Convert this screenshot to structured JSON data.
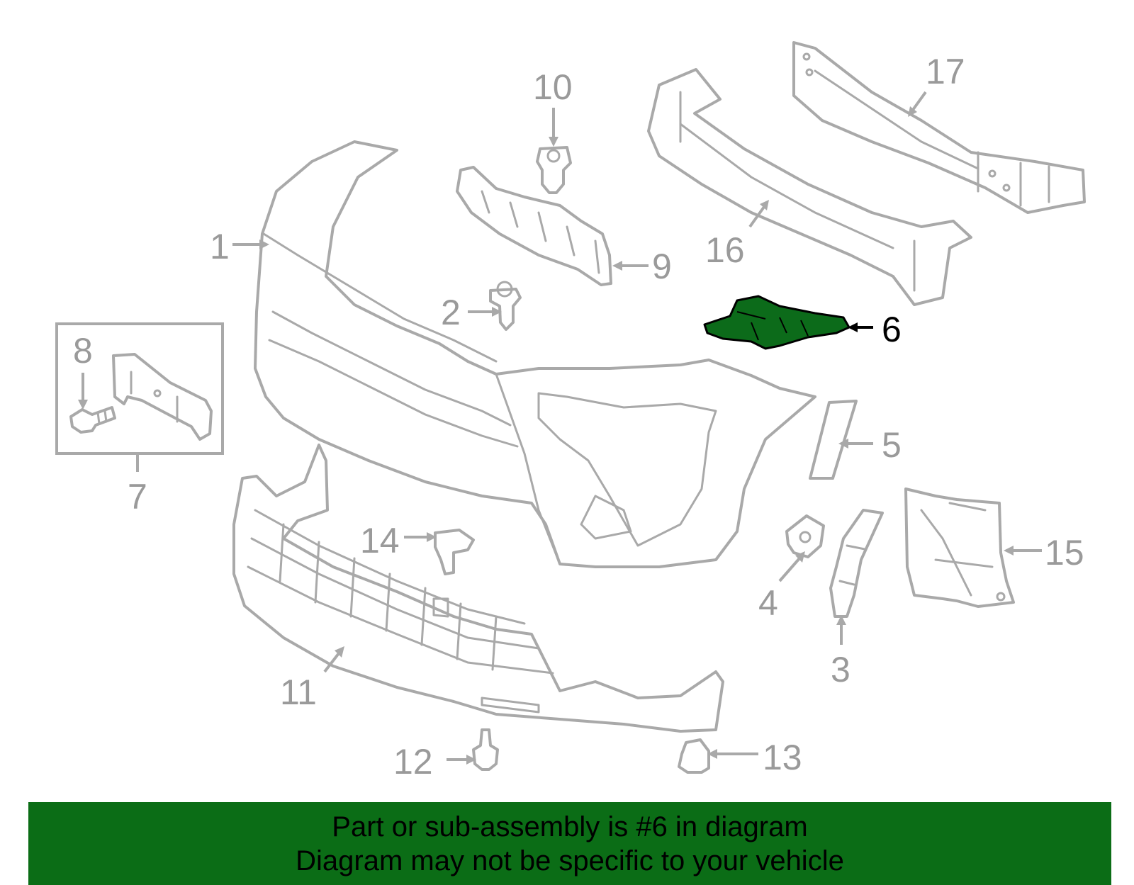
{
  "callouts": {
    "c1": "1",
    "c2": "2",
    "c3": "3",
    "c4": "4",
    "c5": "5",
    "c6": "6",
    "c7": "7",
    "c8": "8",
    "c9": "9",
    "c10": "10",
    "c11": "11",
    "c12": "12",
    "c13": "13",
    "c14": "14",
    "c15": "15",
    "c16": "16",
    "c17": "17"
  },
  "highlighted_part": "6",
  "colors": {
    "highlight": "#0c6b1a",
    "banner": "#0b6d16",
    "linework": "#a9a9a9"
  },
  "banner": {
    "line1": "Part or sub-assembly is #6 in diagram",
    "line2": "Diagram may not be specific to your vehicle"
  }
}
